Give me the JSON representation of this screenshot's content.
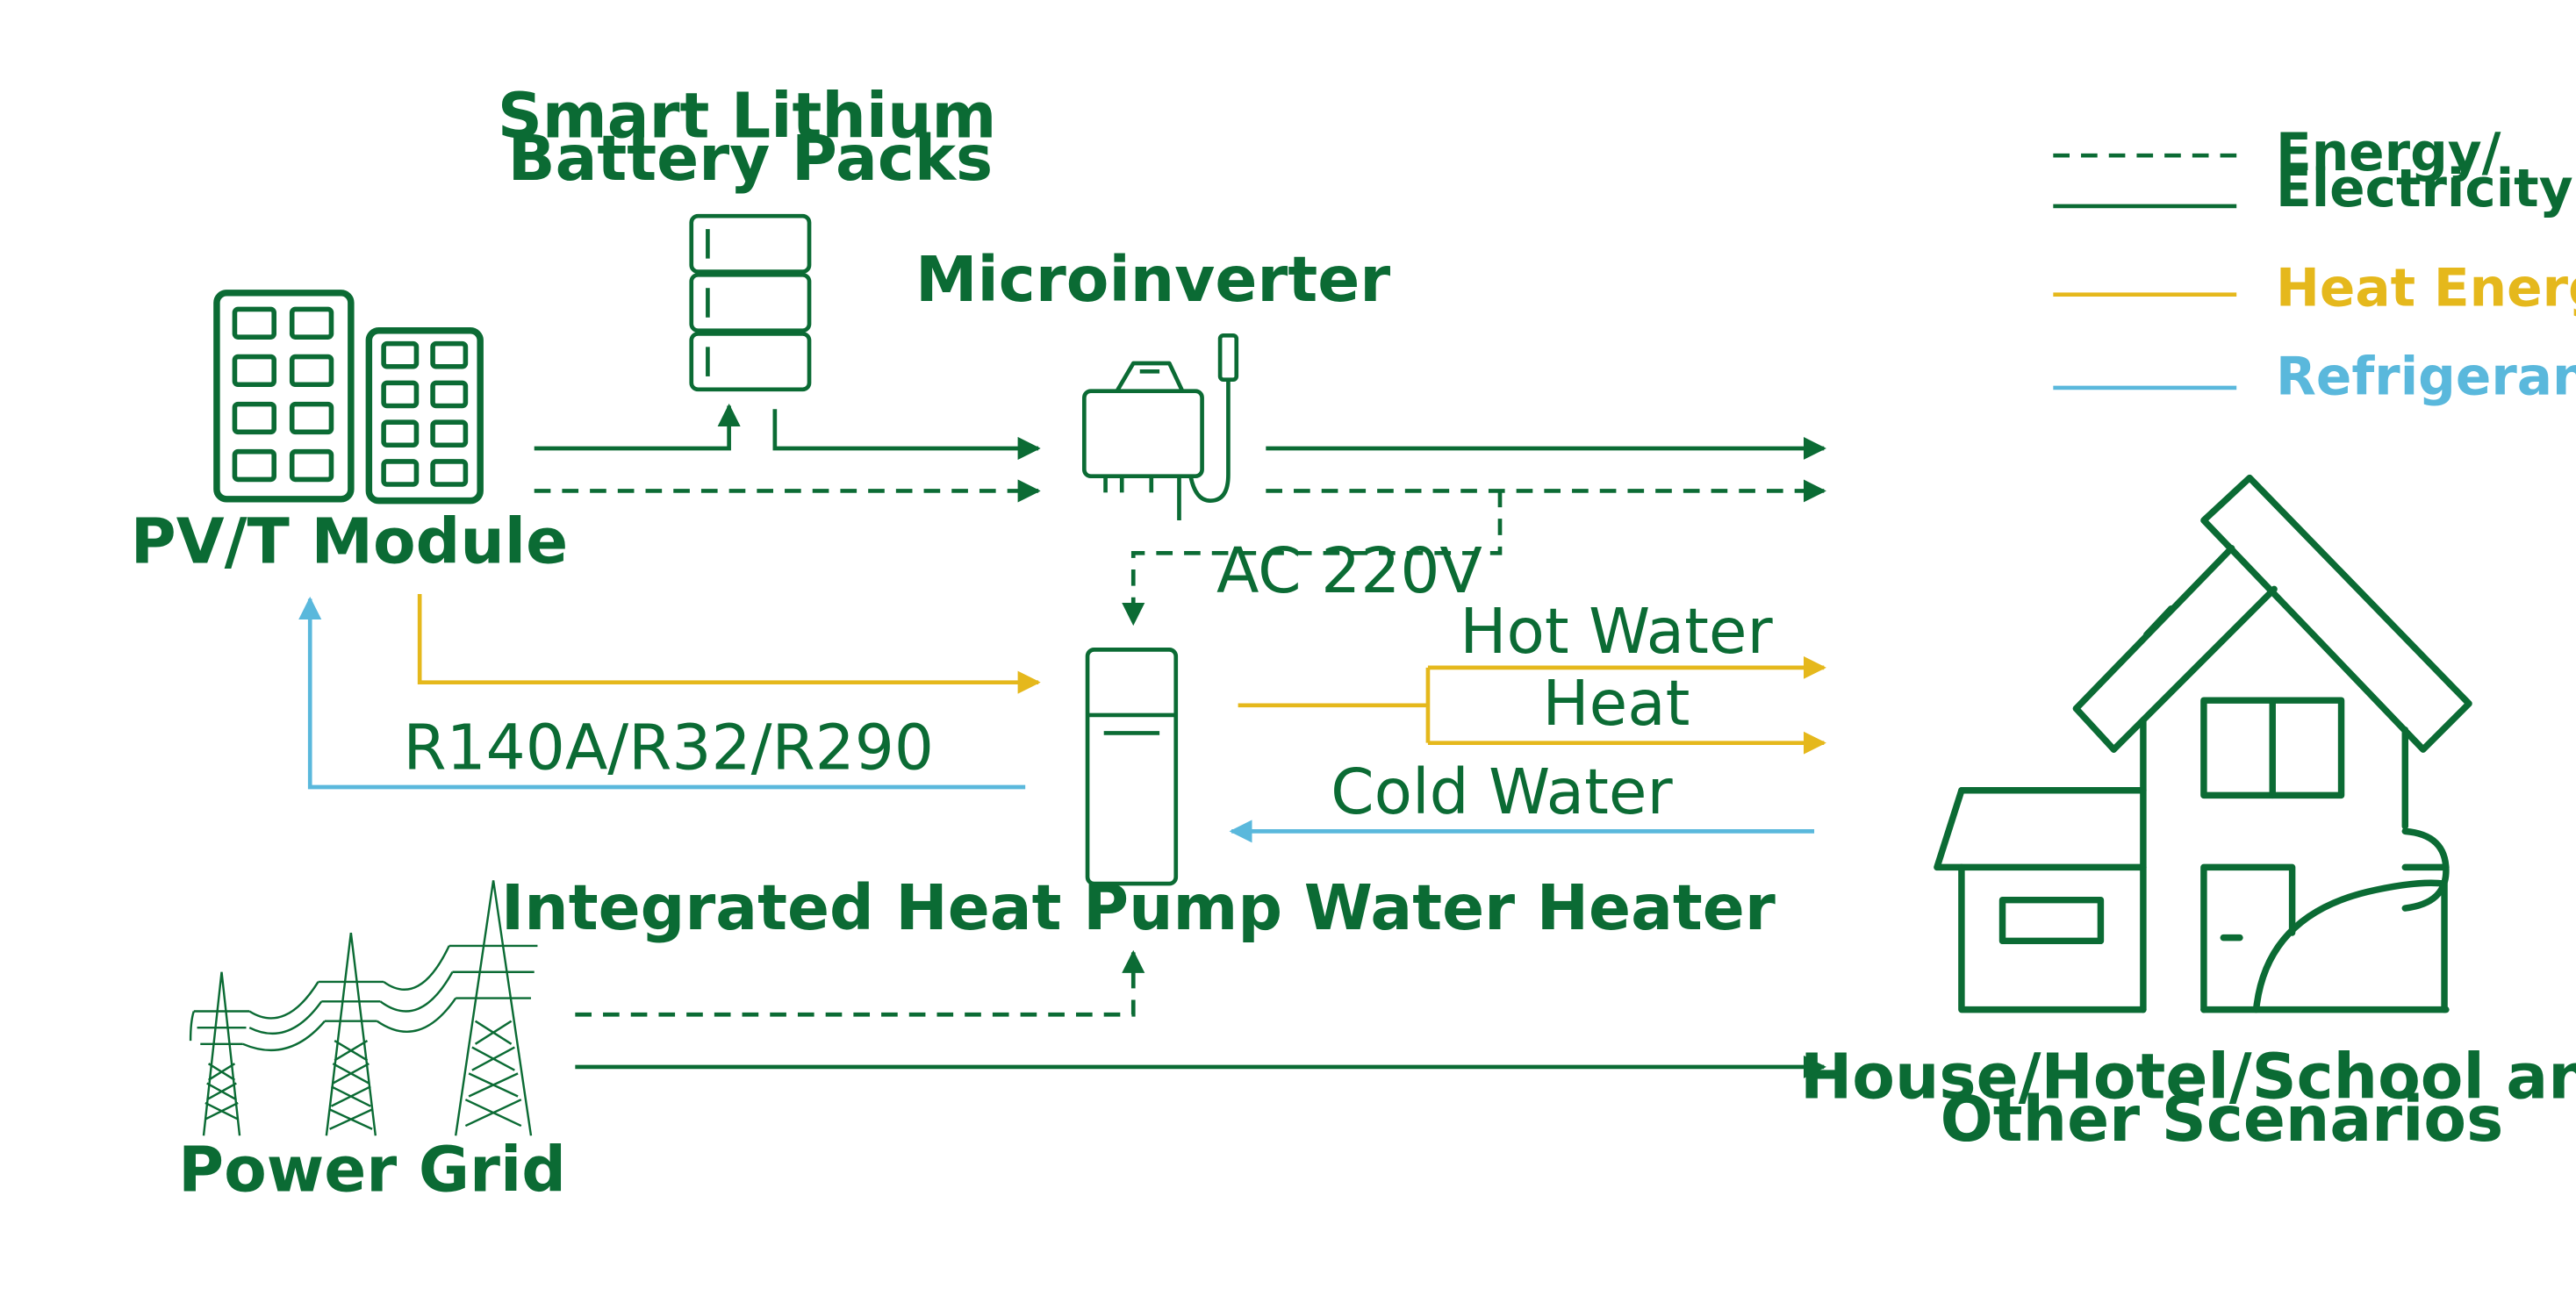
{
  "colors": {
    "green": "#0b6b34",
    "yellow": "#e5b81c",
    "blue": "#5ab8dc"
  },
  "nodes": {
    "battery": {
      "line1": "Smart Lithium",
      "line2": "Battery Packs"
    },
    "microinverter": "Microinverter",
    "pvt": "PV/T Module",
    "heater": "Integrated Heat Pump Water Heater",
    "grid": "Power Grid",
    "house": {
      "line1": "House/Hotel/School and",
      "line2": "Other Scenarios"
    }
  },
  "flow_labels": {
    "ac": "AC 220V",
    "hot_water": "Hot Water",
    "heat": "Heat",
    "cold_water": "Cold Water",
    "refrigerant": "R140A/R32/R290"
  },
  "legend": {
    "energy_line1": "Energy/",
    "energy_line2": "Electricity",
    "heat_energy": "Heat Energy",
    "refrigerant": "Refrigerant"
  }
}
